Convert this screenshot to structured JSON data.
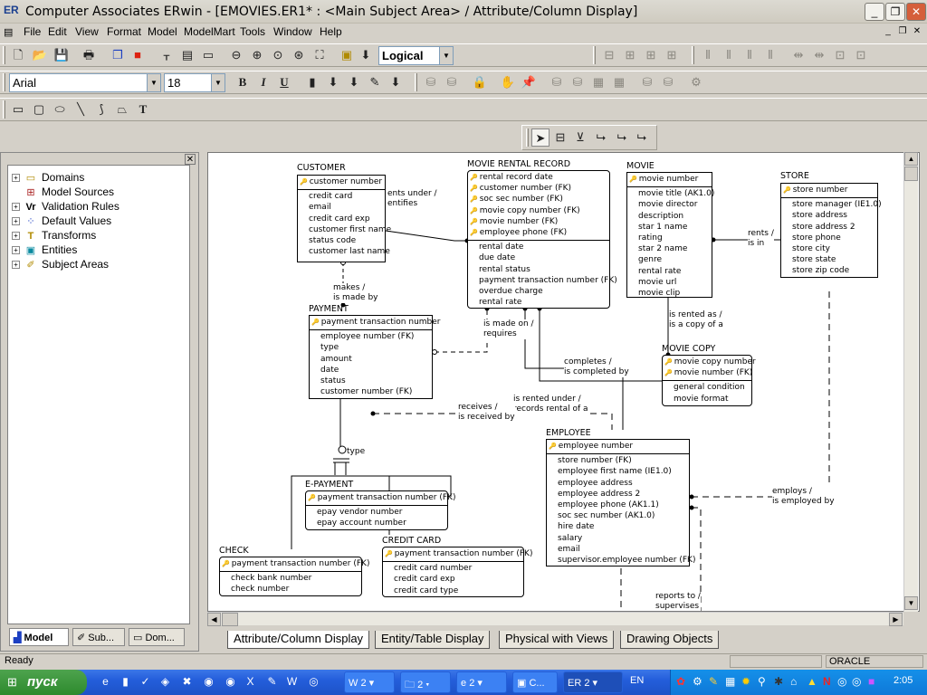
{
  "window": {
    "title": "Computer Associates ERwin - [EMOVIES.ER1* : <Main Subject Area> / Attribute/Column Display]"
  },
  "menu": [
    "File",
    "Edit",
    "View",
    "Format",
    "Model",
    "ModelMart",
    "Tools",
    "Window",
    "Help"
  ],
  "toolbar": {
    "view_select": "Logical",
    "font_name": "Arial",
    "font_size": "18"
  },
  "tree": {
    "items": [
      "Domains",
      "Model Sources",
      "Validation Rules",
      "Default Values",
      "Transforms",
      "Entities",
      "Subject Areas"
    ]
  },
  "left_tabs": [
    "Model",
    "Sub...",
    "Dom..."
  ],
  "entities": {
    "customer": {
      "name": "CUSTOMER",
      "pk": [
        "customer number"
      ],
      "attrs": [
        "credit card",
        "email",
        "credit card exp",
        "customer first name",
        "status code",
        "customer last name"
      ]
    },
    "rental": {
      "name": "MOVIE RENTAL RECORD",
      "pk": [
        "rental record date",
        "customer number (FK)",
        "soc sec number (FK)",
        "movie copy number (FK)",
        "movie number (FK)",
        "employee phone (FK)"
      ],
      "attrs": [
        "rental date",
        "due date",
        "rental status",
        "payment transaction number (FK)",
        "overdue charge",
        "rental rate"
      ]
    },
    "movie": {
      "name": "MOVIE",
      "pk": [
        "movie number"
      ],
      "attrs": [
        "movie title (AK1.0)",
        "movie director",
        "description",
        "star 1 name",
        "rating",
        "star 2 name",
        "genre",
        "rental rate",
        "movie url",
        "movie clip"
      ]
    },
    "store": {
      "name": "STORE",
      "pk": [
        "store number"
      ],
      "attrs": [
        "store manager (IE1.0)",
        "store address",
        "store address 2",
        "store phone",
        "store city",
        "store state",
        "store zip code"
      ]
    },
    "payment": {
      "name": "PAYMENT",
      "pk": [
        "payment transaction number"
      ],
      "attrs": [
        "employee number (FK)",
        "type",
        "amount",
        "date",
        "status",
        "customer number (FK)"
      ]
    },
    "copy": {
      "name": "MOVIE COPY",
      "pk": [
        "movie copy number",
        "movie number (FK)"
      ],
      "attrs": [
        "general condition",
        "movie format"
      ]
    },
    "employee": {
      "name": "EMPLOYEE",
      "pk": [
        "employee number"
      ],
      "attrs": [
        "store number (FK)",
        "employee first name (IE1.0)",
        "employee address",
        "employee address 2",
        "employee phone (AK1.1)",
        "soc sec number (AK1.0)",
        "hire date",
        "salary",
        "email",
        "supervisor.employee number (FK)"
      ]
    },
    "epayment": {
      "name": "E-PAYMENT",
      "pk": [
        "payment transaction number (FK)"
      ],
      "attrs": [
        "epay vendor number",
        "epay account number"
      ]
    },
    "check": {
      "name": "CHECK",
      "pk": [
        "payment transaction number (FK)"
      ],
      "attrs": [
        "check bank number",
        "check number"
      ]
    },
    "creditcard": {
      "name": "CREDIT CARD",
      "pk": [
        "payment transaction number (FK)"
      ],
      "attrs": [
        "credit card number",
        "credit card exp",
        "credit card type"
      ]
    }
  },
  "relationships": {
    "r1": "ents under /",
    "r1b": "entifies",
    "r2": "makes /",
    "r2b": "is made by",
    "r3": "rents /",
    "r3b": "is in",
    "r4": "is made on /",
    "r4b": "requires",
    "r5": "is rented as /",
    "r5b": "is a copy of a",
    "r6": "completes /",
    "r6b": "is completed by",
    "r7": "is rented under /",
    "r7b": "records rental of a",
    "r8": "receives /",
    "r8b": "is received by",
    "r9": "employs /",
    "r9b": "is employed by",
    "r10": "reports to /",
    "r10b": "supervises",
    "subtype": "type"
  },
  "bottom_tabs": [
    "Attribute/Column Display",
    "Entity/Table Display",
    "Physical with Views",
    "Drawing Objects"
  ],
  "status": {
    "left": "Ready",
    "db": "ORACLE"
  },
  "taskbar": {
    "start": "пуск",
    "tasks": [
      "2",
      "2",
      "2",
      "C...",
      "2"
    ],
    "lang": "EN",
    "clock": "2:05"
  }
}
